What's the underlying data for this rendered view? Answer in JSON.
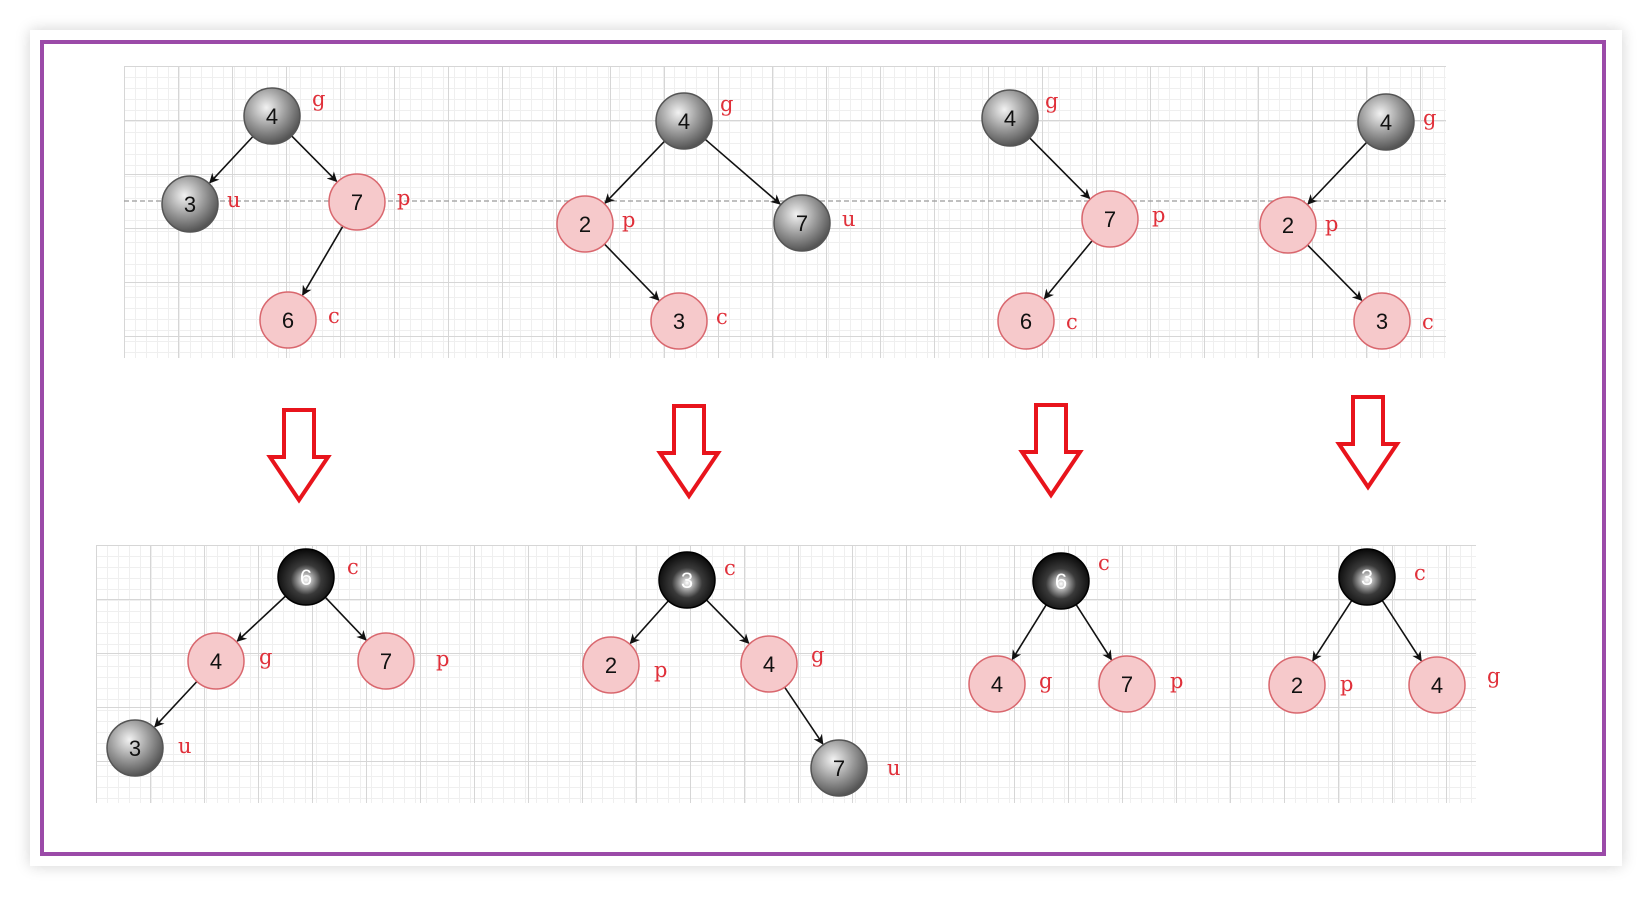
{
  "colors": {
    "frame_border": "#9b4aa8",
    "red_node_fill": "#f6c9cb",
    "red_node_stroke": "#d9676e",
    "gray_node": "#8c8c8c",
    "black_node": "#0d0d0d",
    "tag_text": "#e0303a",
    "arrow_outline": "#e8141c"
  },
  "before_trees": [
    {
      "nodes": [
        {
          "id": "g",
          "value": "4",
          "color": "gray",
          "tag": "g"
        },
        {
          "id": "u",
          "value": "3",
          "color": "gray",
          "tag": "u"
        },
        {
          "id": "p",
          "value": "7",
          "color": "red",
          "tag": "p"
        },
        {
          "id": "c",
          "value": "6",
          "color": "red",
          "tag": "c"
        }
      ],
      "edges": [
        [
          "g",
          "u"
        ],
        [
          "g",
          "p"
        ],
        [
          "p",
          "c"
        ]
      ]
    },
    {
      "nodes": [
        {
          "id": "g",
          "value": "4",
          "color": "gray",
          "tag": "g"
        },
        {
          "id": "p",
          "value": "2",
          "color": "red",
          "tag": "p"
        },
        {
          "id": "u",
          "value": "7",
          "color": "gray",
          "tag": "u"
        },
        {
          "id": "c",
          "value": "3",
          "color": "red",
          "tag": "c"
        }
      ],
      "edges": [
        [
          "g",
          "p"
        ],
        [
          "g",
          "u"
        ],
        [
          "p",
          "c"
        ]
      ]
    },
    {
      "nodes": [
        {
          "id": "g",
          "value": "4",
          "color": "gray",
          "tag": "g"
        },
        {
          "id": "p",
          "value": "7",
          "color": "red",
          "tag": "p"
        },
        {
          "id": "c",
          "value": "6",
          "color": "red",
          "tag": "c"
        }
      ],
      "edges": [
        [
          "g",
          "p"
        ],
        [
          "p",
          "c"
        ]
      ]
    },
    {
      "nodes": [
        {
          "id": "g",
          "value": "4",
          "color": "gray",
          "tag": "g"
        },
        {
          "id": "p",
          "value": "2",
          "color": "red",
          "tag": "p"
        },
        {
          "id": "c",
          "value": "3",
          "color": "red",
          "tag": "c"
        }
      ],
      "edges": [
        [
          "g",
          "p"
        ],
        [
          "p",
          "c"
        ]
      ]
    }
  ],
  "after_trees": [
    {
      "nodes": [
        {
          "id": "c",
          "value": "6",
          "color": "black",
          "tag": "c"
        },
        {
          "id": "g",
          "value": "4",
          "color": "red",
          "tag": "g"
        },
        {
          "id": "p",
          "value": "7",
          "color": "red",
          "tag": "p"
        },
        {
          "id": "u",
          "value": "3",
          "color": "gray",
          "tag": "u"
        }
      ],
      "edges": [
        [
          "c",
          "g"
        ],
        [
          "c",
          "p"
        ],
        [
          "g",
          "u"
        ]
      ]
    },
    {
      "nodes": [
        {
          "id": "c",
          "value": "3",
          "color": "black",
          "tag": "c"
        },
        {
          "id": "p",
          "value": "2",
          "color": "red",
          "tag": "p"
        },
        {
          "id": "g",
          "value": "4",
          "color": "red",
          "tag": "g"
        },
        {
          "id": "u",
          "value": "7",
          "color": "gray",
          "tag": "u"
        }
      ],
      "edges": [
        [
          "c",
          "p"
        ],
        [
          "c",
          "g"
        ],
        [
          "g",
          "u"
        ]
      ]
    },
    {
      "nodes": [
        {
          "id": "c",
          "value": "6",
          "color": "black",
          "tag": "c"
        },
        {
          "id": "g",
          "value": "4",
          "color": "red",
          "tag": "g"
        },
        {
          "id": "p",
          "value": "7",
          "color": "red",
          "tag": "p"
        }
      ],
      "edges": [
        [
          "c",
          "g"
        ],
        [
          "c",
          "p"
        ]
      ]
    },
    {
      "nodes": [
        {
          "id": "c",
          "value": "3",
          "color": "black",
          "tag": "c"
        },
        {
          "id": "p",
          "value": "2",
          "color": "red",
          "tag": "p"
        },
        {
          "id": "g",
          "value": "4",
          "color": "red",
          "tag": "g"
        }
      ],
      "edges": [
        [
          "c",
          "p"
        ],
        [
          "c",
          "g"
        ]
      ]
    }
  ]
}
